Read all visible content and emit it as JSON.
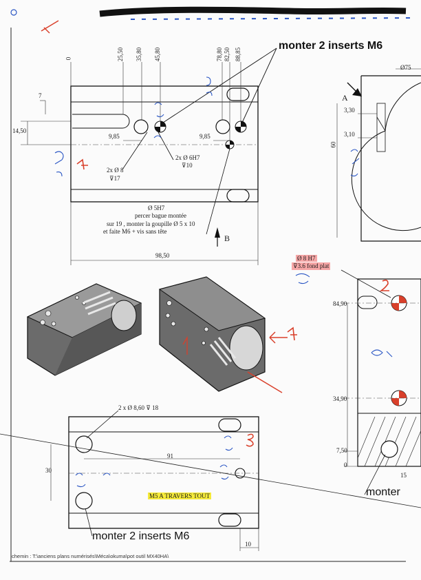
{
  "callouts": {
    "inserts_top": "monter 2 inserts M6",
    "inserts_bottom": "monter 2 inserts M6",
    "inserts_right": "monter"
  },
  "top_view": {
    "dims_top": [
      "0",
      "25,50",
      "35,80",
      "45,80",
      "78,80",
      "82,50",
      "88,85"
    ],
    "left_7": "7",
    "left_1450": "14,50",
    "d985_left": "9,85",
    "d985_right": "9,85",
    "width_9850": "98,50",
    "hole_2x8": "2x Ø 8",
    "hole_2x8_depth": "⊽17",
    "hole_2x6h7": "2x Ø 6H7",
    "hole_2x6h7_depth": "⊽10",
    "pin_note": [
      "Ø 5H7",
      "percer bague montée",
      "sur 19 , monter la goupille Ø 5 x 10",
      "et faite M6 + vis sans tête"
    ],
    "view_b": "B"
  },
  "right_view": {
    "d75": "Ø75",
    "view_a": "A",
    "d330": "3,30",
    "d310": "3,10",
    "d60": "60",
    "d8490": "84,90",
    "d3490": "34,90",
    "d750": "7,50",
    "d0": "0",
    "d15": "15",
    "hole_note_1": "Ø 8 H7",
    "hole_note_2": "⊽3.6 fond plat"
  },
  "bottom_view": {
    "hole_note": "2 x Ø 8,60 ⊽ 18",
    "d91": "91",
    "d30": "30",
    "d10": "10",
    "m5_note": "M5 A TRAVERS TOUT"
  },
  "path": "chemin : T:\\anciens plans numérisés\\Méca\\okuma\\pot outil MX40HA\\"
}
